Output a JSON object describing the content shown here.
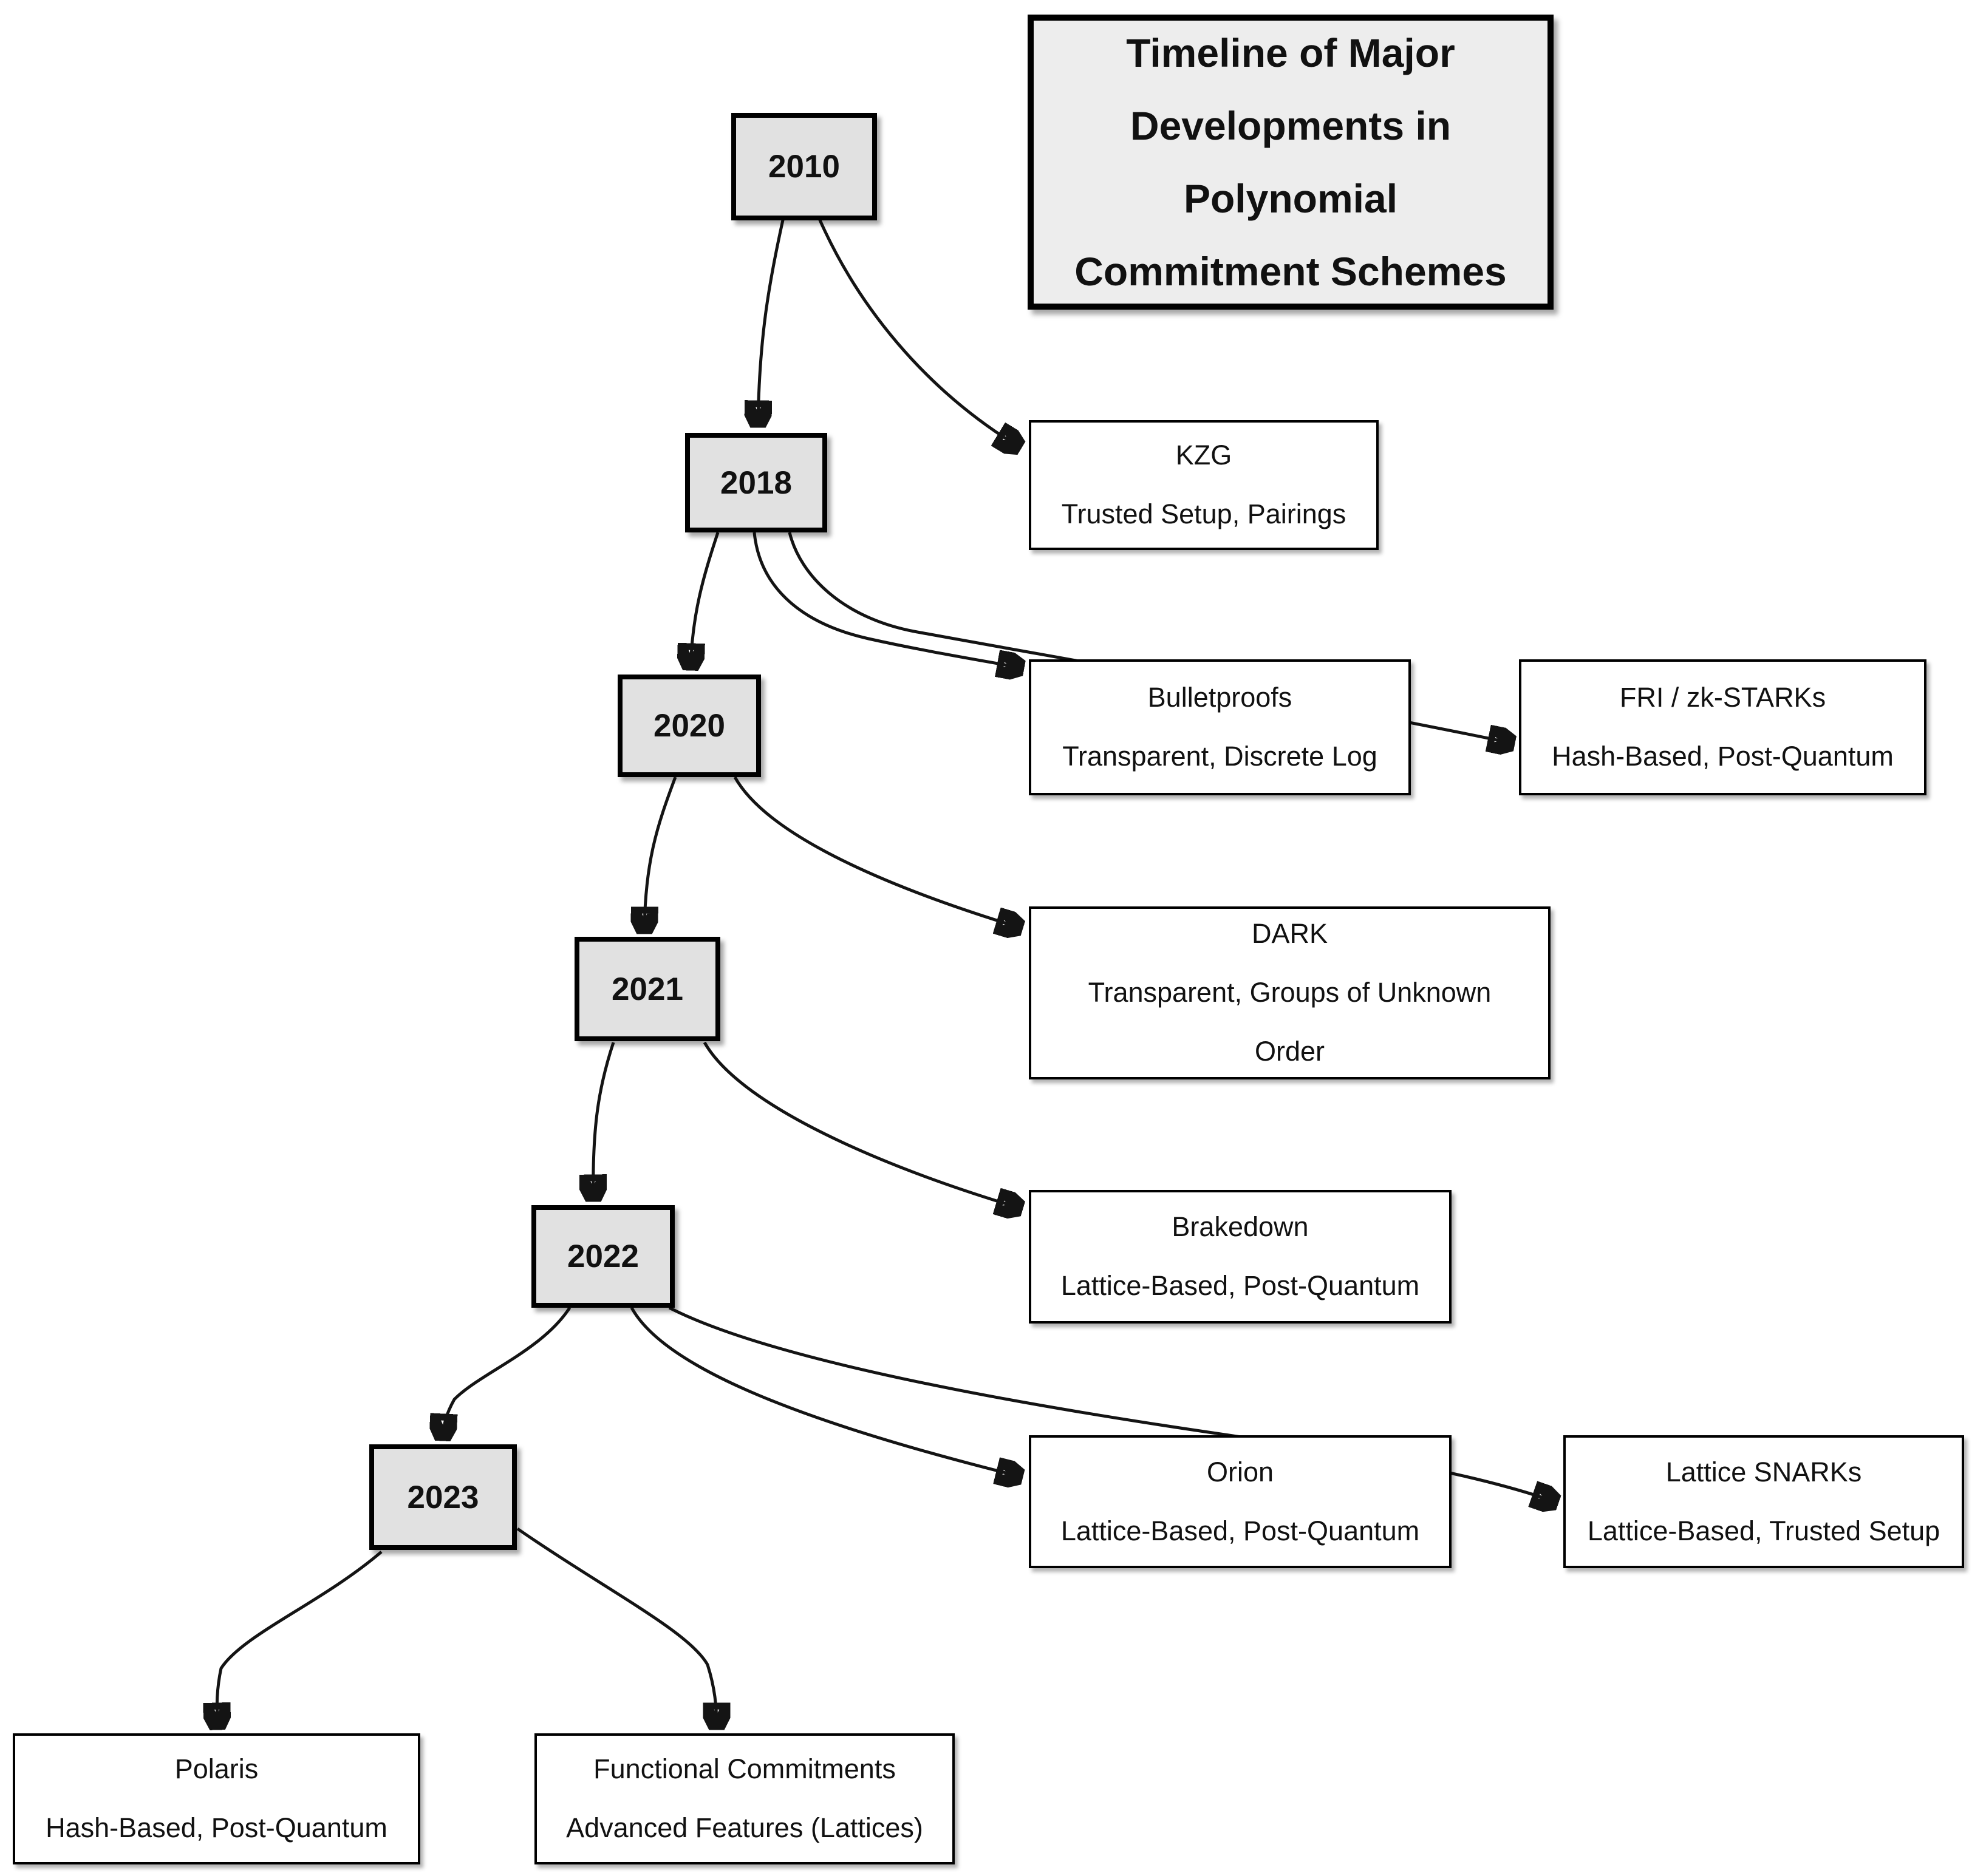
{
  "title": {
    "text": "Timeline of Major Developments in Polynomial Commitment Schemes",
    "lines": [
      "Timeline of Major",
      "Developments in",
      "Polynomial",
      "Commitment Schemes"
    ]
  },
  "years": [
    {
      "id": "2010",
      "label": "2010"
    },
    {
      "id": "2018",
      "label": "2018"
    },
    {
      "id": "2020",
      "label": "2020"
    },
    {
      "id": "2021",
      "label": "2021"
    },
    {
      "id": "2022",
      "label": "2022"
    },
    {
      "id": "2023",
      "label": "2023"
    }
  ],
  "schemes": [
    {
      "id": "kzg",
      "name": "KZG",
      "detail": "Trusted Setup, Pairings"
    },
    {
      "id": "bulletproofs",
      "name": "Bulletproofs",
      "detail": "Transparent, Discrete Log"
    },
    {
      "id": "fri",
      "name": "FRI / zk-STARKs",
      "detail": "Hash-Based, Post-Quantum"
    },
    {
      "id": "dark",
      "name": "DARK",
      "detail": "Transparent, Groups of Unknown Order"
    },
    {
      "id": "brakedown",
      "name": "Brakedown",
      "detail": "Lattice-Based, Post-Quantum"
    },
    {
      "id": "orion",
      "name": "Orion",
      "detail": "Lattice-Based, Post-Quantum"
    },
    {
      "id": "lattice-snarks",
      "name": "Lattice SNARKs",
      "detail": "Lattice-Based, Trusted Setup"
    },
    {
      "id": "polaris",
      "name": "Polaris",
      "detail": "Hash-Based, Post-Quantum"
    },
    {
      "id": "functional-commitments",
      "name": "Functional Commitments",
      "detail": "Advanced Features (Lattices)"
    }
  ],
  "edges": [
    {
      "from": "2010",
      "to": "2018"
    },
    {
      "from": "2010",
      "to": "kzg"
    },
    {
      "from": "2018",
      "to": "2020"
    },
    {
      "from": "2018",
      "to": "bulletproofs"
    },
    {
      "from": "2018",
      "to": "fri"
    },
    {
      "from": "2020",
      "to": "2021"
    },
    {
      "from": "2020",
      "to": "dark"
    },
    {
      "from": "2021",
      "to": "2022"
    },
    {
      "from": "2021",
      "to": "brakedown"
    },
    {
      "from": "2022",
      "to": "2023"
    },
    {
      "from": "2022",
      "to": "orion"
    },
    {
      "from": "2022",
      "to": "lattice-snarks"
    },
    {
      "from": "2023",
      "to": "polaris"
    },
    {
      "from": "2023",
      "to": "functional-commitments"
    }
  ],
  "colors": {
    "background": "#ffffff",
    "year_fill": "#e1e1e1",
    "title_fill": "#ededed",
    "scheme_fill": "#ffffff",
    "stroke": "#141414"
  }
}
